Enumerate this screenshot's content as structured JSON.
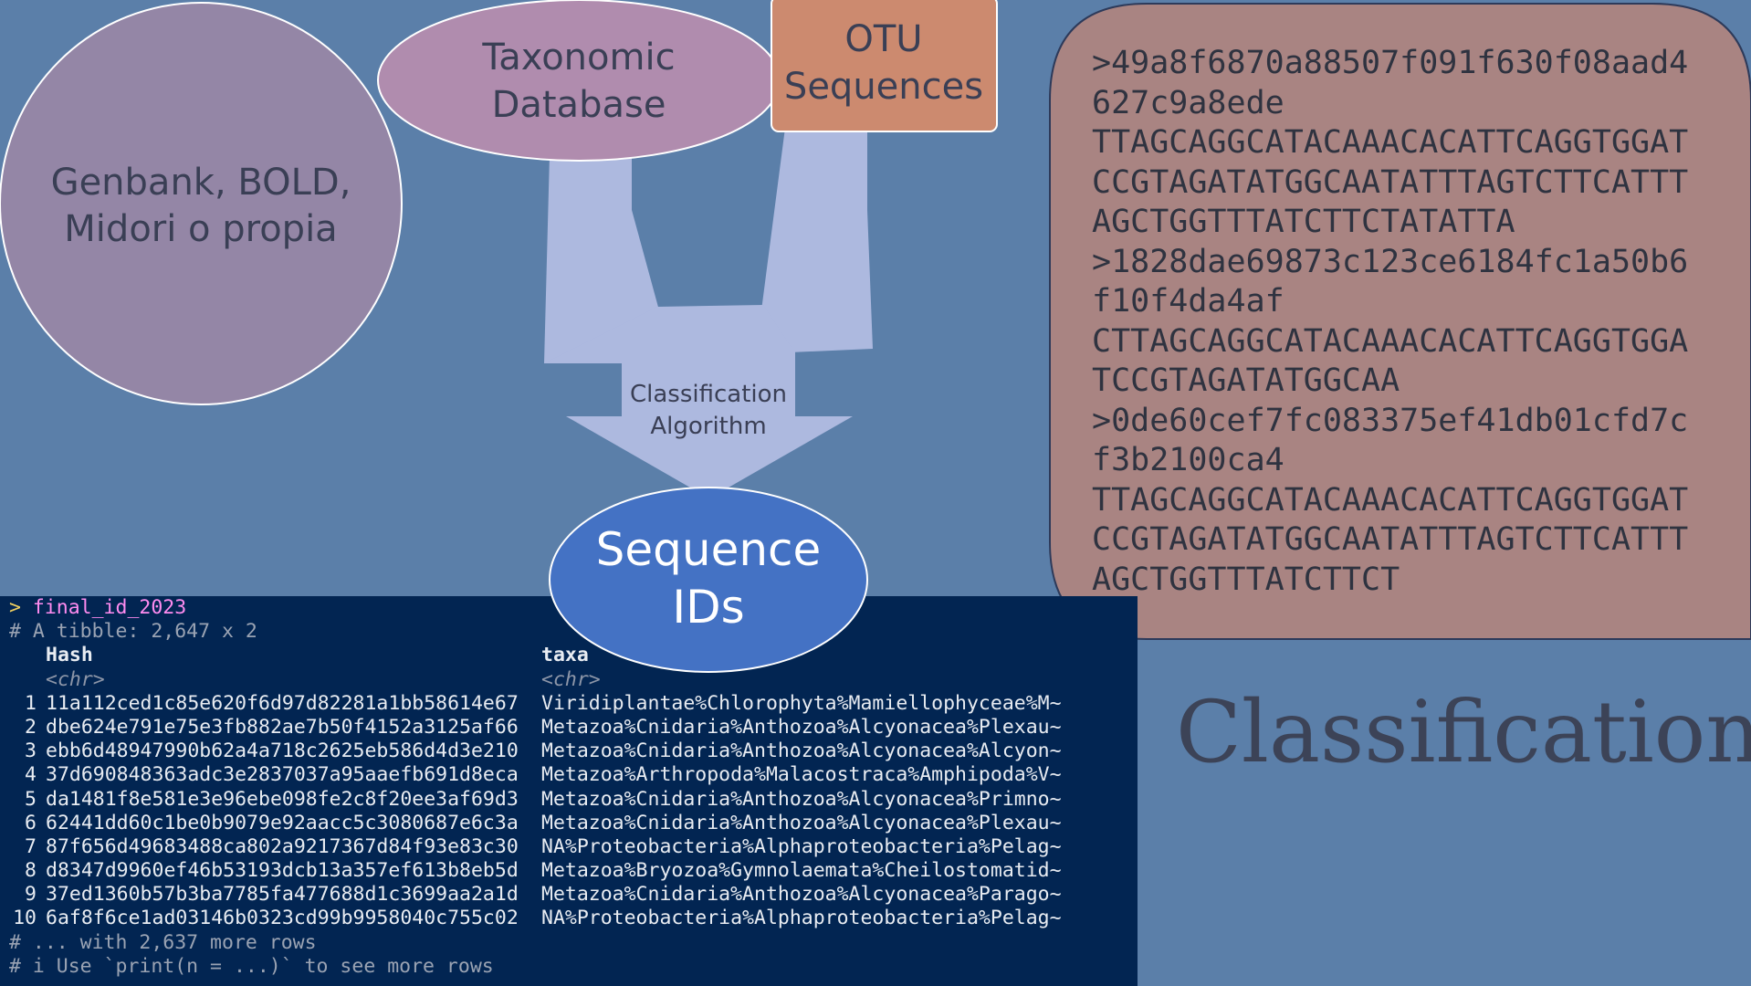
{
  "diagram": {
    "source_circle_label": [
      "Genbank, BOLD,",
      "Midori o propia"
    ],
    "taxonomic_database_label": [
      "Taxonomic",
      "Database"
    ],
    "otu_sequences_label": [
      "OTU",
      "Sequences"
    ],
    "algorithm_label": [
      "Classification",
      "Algorithm"
    ],
    "sequence_ids_label": [
      "Sequence",
      "IDs"
    ],
    "title": "Classification",
    "colors": {
      "background": "#5b7fa9",
      "source_circle": "#9486a6",
      "taxonomic_database": "#b08cae",
      "otu_sequences": "#cc8a6f",
      "funnel": "#adb9df",
      "sequence_ids": "#4472c4",
      "fasta_box": "#a98482",
      "console": "#022552"
    }
  },
  "fasta_lines": [
    ">49a8f6870a88507f091f630f08aad4",
    "627c9a8ede",
    "TTAGCAGGCATACAAACACATTCAGGTGGAT",
    "CCGTAGATATGGCAATATTTAGTCTTCATTT",
    "AGCTGGTTTATCTTCTATATTA",
    ">1828dae69873c123ce6184fc1a50b6",
    "f10f4da4af",
    "CTTAGCAGGCATACAAACACATTCAGGTGGA",
    "TCCGTAGATATGGCAA",
    ">0de60cef7fc083375ef41db01cfd7c",
    "f3b2100ca4",
    "TTAGCAGGCATACAAACACATTCAGGTGGAT",
    "CCGTAGATATGGCAATATTTAGTCTTCATTT",
    "AGCTGGTTTATCTTCT"
  ],
  "console": {
    "prompt": "> ",
    "command": "final_id_2023",
    "tibble_info": "# A tibble: 2,647 x 2",
    "columns": [
      "Hash",
      "taxa"
    ],
    "column_types": [
      "<chr>",
      "<chr>"
    ],
    "rows": [
      {
        "n": "1",
        "hash": "11a112ced1c85e620f6d97d82281a1bb58614e67",
        "taxa": "Viridiplantae%Chlorophyta%Mamiellophyceae%M~"
      },
      {
        "n": "2",
        "hash": "dbe624e791e75e3fb882ae7b50f4152a3125af66",
        "taxa": "Metazoa%Cnidaria%Anthozoa%Alcyonacea%Plexau~"
      },
      {
        "n": "3",
        "hash": "ebb6d48947990b62a4a718c2625eb586d4d3e210",
        "taxa": "Metazoa%Cnidaria%Anthozoa%Alcyonacea%Alcyon~"
      },
      {
        "n": "4",
        "hash": "37d690848363adc3e2837037a95aaefb691d8eca",
        "taxa": "Metazoa%Arthropoda%Malacostraca%Amphipoda%V~"
      },
      {
        "n": "5",
        "hash": "da1481f8e581e3e96ebe098fe2c8f20ee3af69d3",
        "taxa": "Metazoa%Cnidaria%Anthozoa%Alcyonacea%Primno~"
      },
      {
        "n": "6",
        "hash": "62441dd60c1be0b9079e92aacc5c3080687e6c3a",
        "taxa": "Metazoa%Cnidaria%Anthozoa%Alcyonacea%Plexau~"
      },
      {
        "n": "7",
        "hash": "87f656d49683488ca802a9217367d84f93e83c30",
        "taxa": "NA%Proteobacteria%Alphaproteobacteria%Pelag~"
      },
      {
        "n": "8",
        "hash": "d8347d9960ef46b53193dcb13a357ef613b8eb5d",
        "taxa": "Metazoa%Bryozoa%Gymnolaemata%Cheilostomatid~"
      },
      {
        "n": "9",
        "hash": "37ed1360b57b3ba7785fa477688d1c3699aa2a1d",
        "taxa": "Metazoa%Cnidaria%Anthozoa%Alcyonacea%Parago~"
      },
      {
        "n": "10",
        "hash": "6af8f6ce1ad03146b0323cd99b9958040c755c02",
        "taxa": "NA%Proteobacteria%Alphaproteobacteria%Pelag~"
      }
    ],
    "footer": [
      "# ... with 2,637 more rows",
      "# i Use `print(n = ...)` to see more rows"
    ]
  }
}
